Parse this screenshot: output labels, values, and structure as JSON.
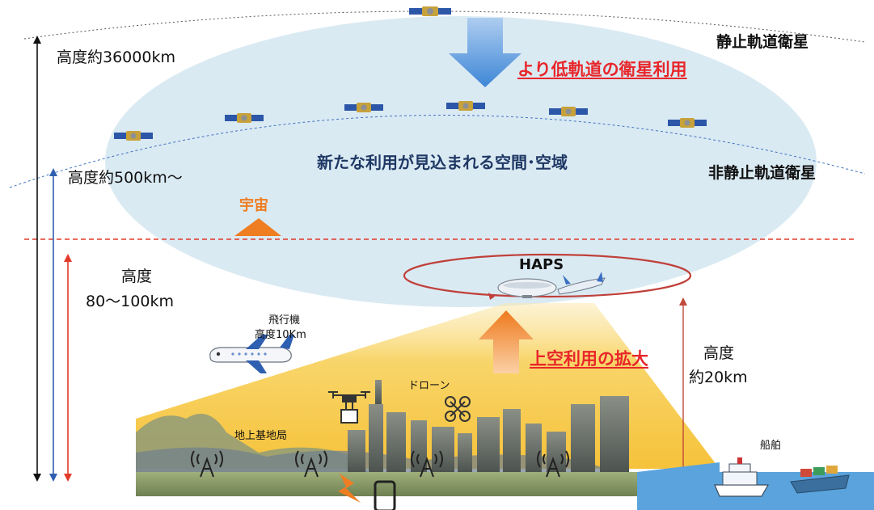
{
  "labels": {
    "altitude_36000": "高度約36000km",
    "geo_satellite": "静止軌道衛星",
    "lower_orbit": "より低軌道の衛星利用",
    "new_space": "新たな利用が見込まれる空間･空域",
    "altitude_500": "高度約500km～",
    "non_geo_satellite": "非静止軌道衛星",
    "space": "宇宙",
    "altitude_80_line1": "高度",
    "altitude_80_line2": "80～100km",
    "haps": "HAPS",
    "airplane_line1": "飛行機",
    "airplane_line2": "高度10Km",
    "sky_expansion": "上空利用の拡大",
    "altitude_20_line1": "高度",
    "altitude_20_line2": "約20km",
    "drone": "ドローン",
    "ground_station": "地上基地局",
    "ship": "船舶"
  },
  "colors": {
    "red": "#e8262a",
    "blue_arrow": "#4a90d9",
    "orange": "#ef7d22",
    "navy": "#1f3864",
    "ellipse": "#daeaf3",
    "cone": "#f7c948"
  }
}
